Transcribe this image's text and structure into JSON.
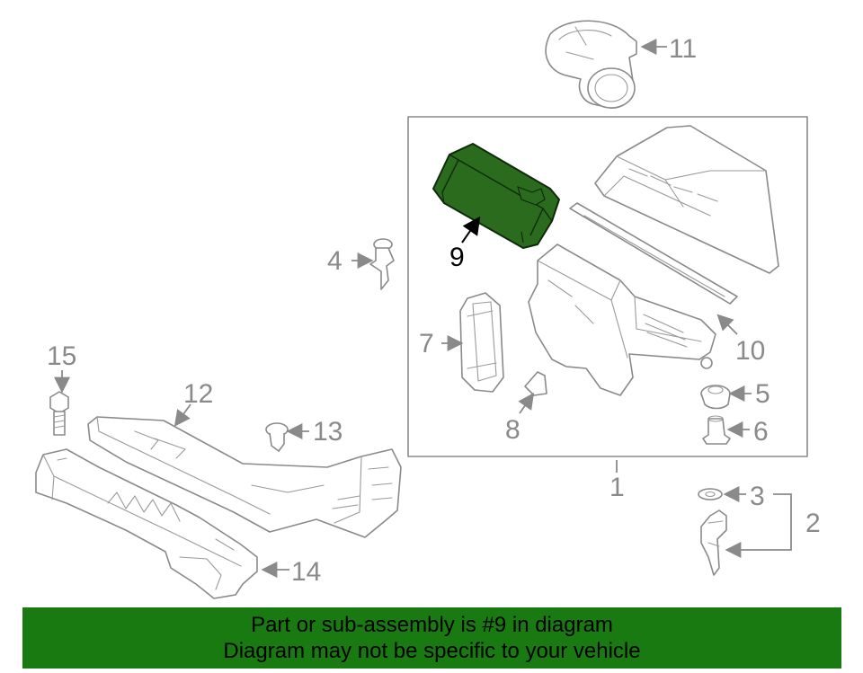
{
  "callouts": {
    "c1": "1",
    "c2": "2",
    "c3": "3",
    "c4": "4",
    "c5": "5",
    "c6": "6",
    "c7": "7",
    "c8": "8",
    "c9": "9",
    "c10": "10",
    "c11": "11",
    "c12": "12",
    "c13": "13",
    "c14": "14",
    "c15": "15"
  },
  "highlight_color": "#2a6b1e",
  "banner": {
    "line1": "Part or sub-assembly is #9 in diagram",
    "line2": "Diagram may not be specific to your vehicle",
    "background": "#1a7a12"
  }
}
